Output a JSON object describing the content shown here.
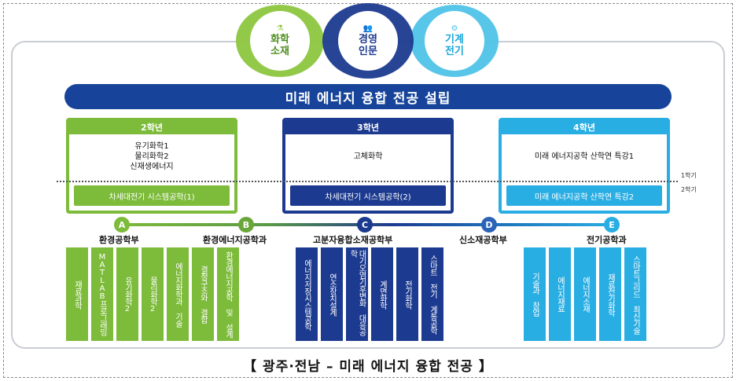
{
  "circles": {
    "chem": {
      "label": "화학\n소재",
      "icon": "⚗"
    },
    "biz": {
      "label": "경영\n인문",
      "icon": "👥"
    },
    "mech": {
      "label": "기계\n전기",
      "icon": "⚙"
    }
  },
  "title": "미래 에너지 융합 전공 설립",
  "years": [
    {
      "head": "2학년",
      "body": [
        "유기화학1",
        "물리화학2",
        "신재생에너지"
      ],
      "foot": "차세대전기 시스템공학(1)"
    },
    {
      "head": "3학년",
      "body": [
        "고체화학"
      ],
      "foot": "차세대전기 시스템공학(2)"
    },
    {
      "head": "4학년",
      "body": [
        "미래 에너지공학 산학연 특강1"
      ],
      "foot": "미래 에너지공학 산학연 특강2"
    }
  ],
  "semesters": {
    "first": "1학기",
    "second": "2학기"
  },
  "departments": [
    {
      "letter": "A",
      "name": "환경공학부"
    },
    {
      "letter": "B",
      "name": "환경에너지공학과"
    },
    {
      "letter": "C",
      "name": "고분자융합소재공학부"
    },
    {
      "letter": "D",
      "name": "신소재공학부"
    },
    {
      "letter": "E",
      "name": "전기공학과"
    }
  ],
  "courses": {
    "green": [
      "재료과학",
      "MATLAB프로그래밍",
      "유기화학2",
      "물리화학2",
      "에너지화학과 기술",
      "결정구조와 결합",
      "환경에너지공학 및 설계"
    ],
    "navy": [
      "에너지저장시스템공학",
      "연소장치설계",
      "대기오염기후변화 대응공학",
      "계면화학",
      "전기화학",
      "스마트 전기 계통공학"
    ],
    "sky": [
      "기술과 창업",
      "에너지재료",
      "에너지소재",
      "재료전기화학",
      "스마트그리드 최신기술"
    ]
  },
  "caption": "【 광주·전남 – 미래 에너지 융합 전공 】",
  "colors": {
    "green": "#7dbb3a",
    "navy": "#1c3a8f",
    "sky": "#29aee4"
  }
}
